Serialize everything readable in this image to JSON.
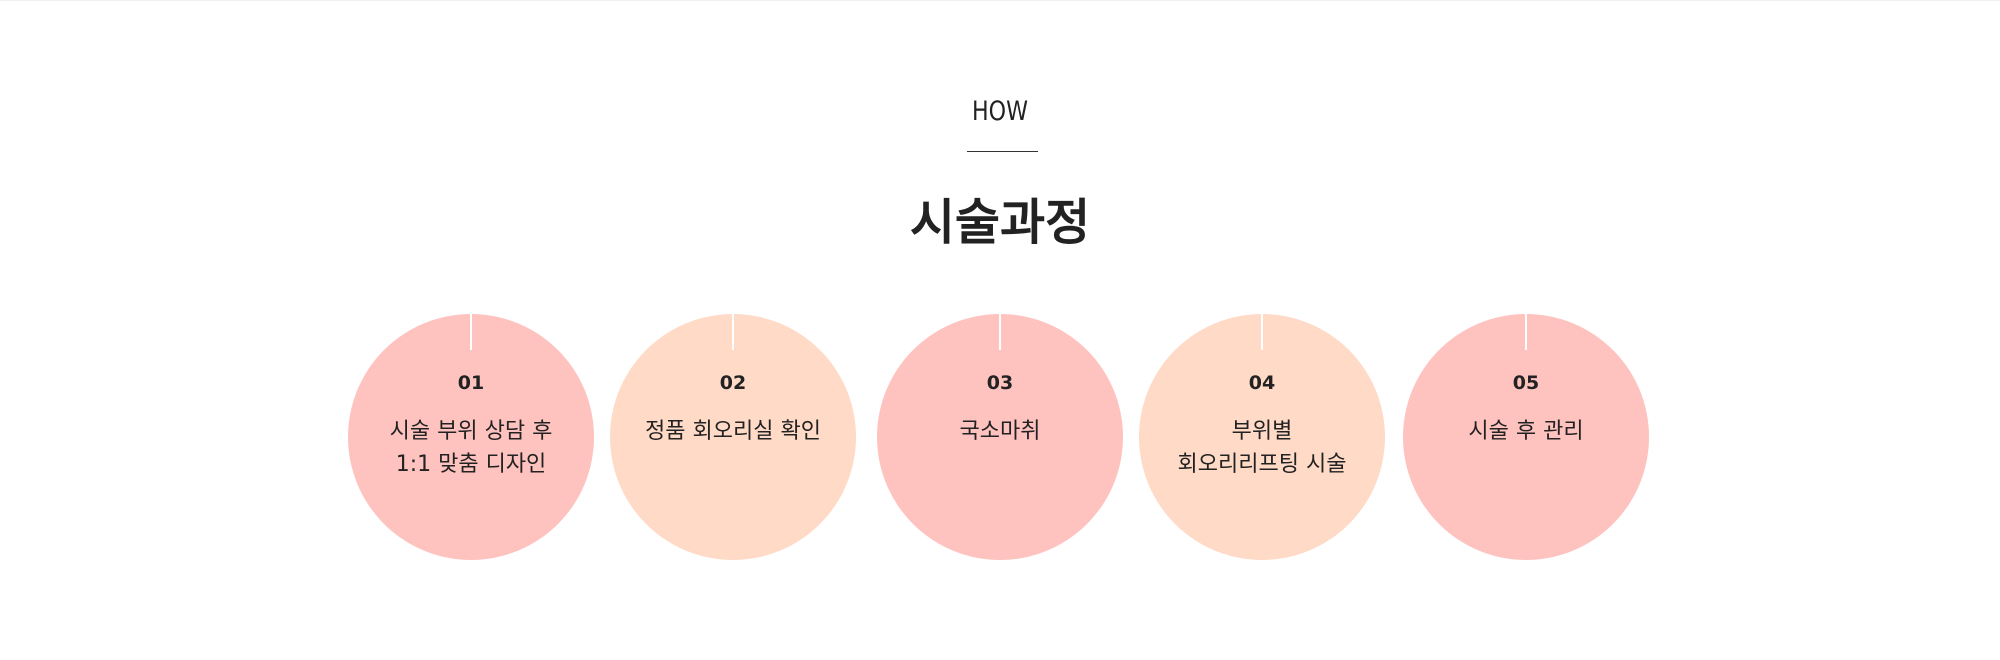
{
  "section": {
    "eyebrow": "HOW",
    "title": "시술과정"
  },
  "colors": {
    "pink": "#fec2bf",
    "peach": "#ffdac7",
    "text": "#222222"
  },
  "steps": [
    {
      "number": "01",
      "lines": [
        "시술 부위 상담 후",
        "1:1 맞춤 디자인"
      ]
    },
    {
      "number": "02",
      "lines": [
        "정품 회오리실 확인",
        ""
      ]
    },
    {
      "number": "03",
      "lines": [
        "국소마취",
        ""
      ]
    },
    {
      "number": "04",
      "lines": [
        "부위별",
        "회오리리프팅 시술"
      ]
    },
    {
      "number": "05",
      "lines": [
        "시술 후 관리",
        ""
      ]
    }
  ]
}
